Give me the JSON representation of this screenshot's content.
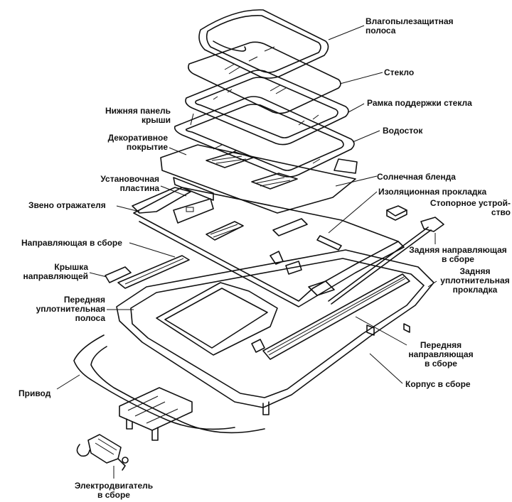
{
  "labels": {
    "weatherstrip": "Влагопылезащитная\nполоса",
    "glass": "Стекло",
    "glass_frame": "Рамка поддержки стекла",
    "lower_roof_panel": "Нижняя панель\nкрыши",
    "drain": "Водосток",
    "trim_cover": "Декоративное\nпокрытие",
    "sunshade": "Солнечная бленда",
    "mounting_plate": "Установочная\nпластина",
    "insulating_pad": "Изоляционная прокладка",
    "deflector_link": "Звено отражателя",
    "stopper": "Стопорное устрой-\nство",
    "guide_assy": "Направляющая в сборе",
    "rear_guide": "Задняя направляющая\nв сборе",
    "guide_cover": "Крышка\nнаправляющей",
    "rear_seal": "Задняя\nуплотнительная\nпрокладка",
    "front_seal": "Передняя\nуплотнительная\nполоса",
    "front_guide": "Передняя\nнаправляющая\nв сборе",
    "housing": "Корпус в сборе",
    "drive": "Привод",
    "motor": "Электродвигатель\nв сборе"
  }
}
